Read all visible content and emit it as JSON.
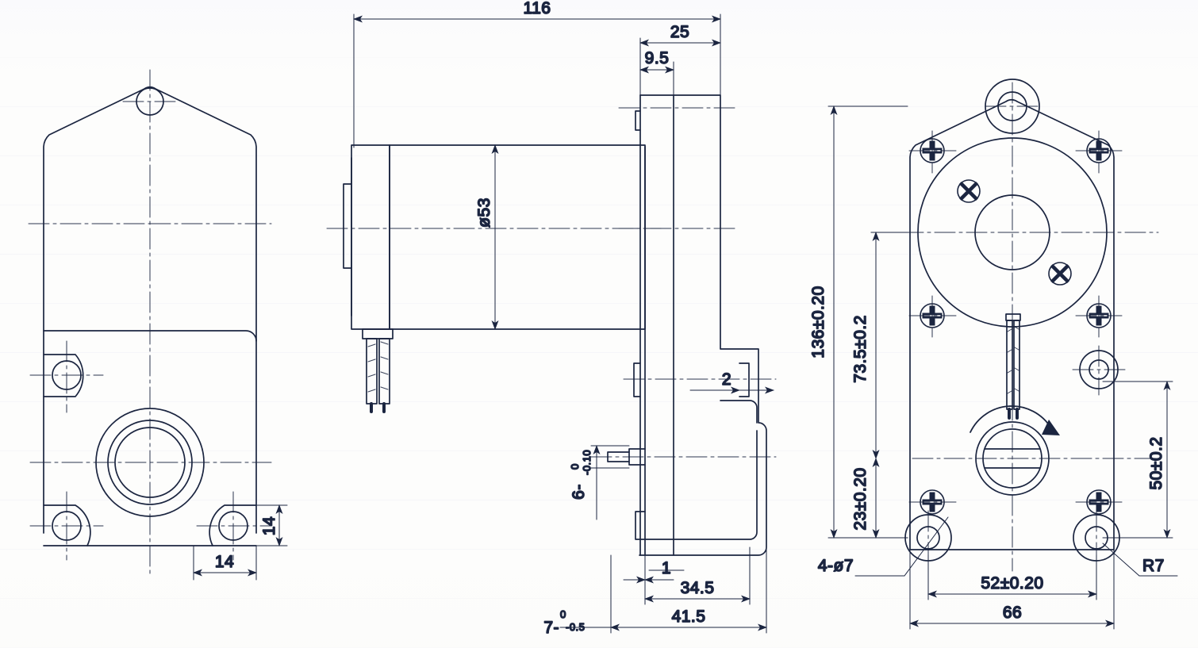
{
  "drawing": {
    "type": "mechanical-engineering-drawing",
    "subject": "Parallel-shaft gear motor (AC geared motor) — three orthographic views",
    "line_color": "#1b2540",
    "background_color": "#fdfdfc",
    "views": [
      {
        "id": "left-view",
        "name": "Front view (mounting-plate face, unassembled)"
      },
      {
        "id": "middle-view",
        "name": "Top view (motor body and gearbox profile)"
      },
      {
        "id": "side-view",
        "name": "Side view (gearbox step profile)"
      },
      {
        "id": "right-view",
        "name": "Front view (assembled gearbox face with output shaft)"
      }
    ]
  },
  "dimensions": {
    "overall_length_top": "116",
    "gearbox_width_top": "25",
    "flange_step_top": "9.5",
    "motor_diameter": "ø53",
    "plate_height": "136±0.20",
    "shaft_to_top_hole": "73.5±0.2",
    "shaft_to_bottom_holes": "23±0.20",
    "bottom_hole_vertical_pitch": "50±0.2",
    "bottom_hole_horizontal_pitch": "52±0.20",
    "plate_width": "66",
    "corner_radius": "R7",
    "mounting_holes": "4-ø7",
    "boss_corner_h": "14",
    "boss_corner_v": "14",
    "shaft_flat_thickness_upper": "6",
    "shaft_flat_tol_upper_hi": "0",
    "shaft_flat_tol_upper_lo": "-0.10",
    "shaft_length": "7",
    "shaft_length_tol_hi": "0",
    "shaft_length_tol_lo": "-0.5",
    "rib_thickness": "1",
    "gearbox_depth_inner": "34.5",
    "gearbox_depth_outer": "41.5",
    "boss_projection": "2"
  },
  "labels": {
    "diameter_symbol": "ø",
    "plusminus_symbol": "±",
    "radius_prefix": "R"
  }
}
